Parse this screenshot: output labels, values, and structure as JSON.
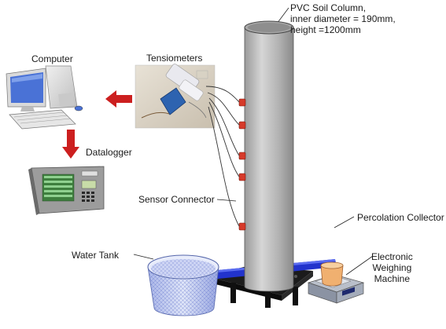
{
  "labels": {
    "soil_column": [
      "PVC Soil Column,",
      "inner diameter = 190mm,",
      "height =1200mm"
    ],
    "computer": "Computer",
    "tensiometers": "Tensiometers",
    "datalogger": "Datalogger",
    "sensor_connector": "Sensor Connector",
    "percolation_collector": "Percolation Collector",
    "water_tank": "Water Tank",
    "weighing_machine": [
      "Electronic",
      "Weighing",
      "Machine"
    ]
  },
  "colors": {
    "column_fill": "#b4b4b4",
    "pipe_blue": "#2233cc",
    "sensor_red": "#d63a2a",
    "arrow_red": "#cc1f1f",
    "base_black": "#1b1b1b",
    "tank_blue": "#6c7fd0",
    "screen_blue": "#4a72d6",
    "collector_orange": "#f0b070"
  },
  "icons": {
    "computer": "desktop-computer-icon",
    "datalogger": "datalogger-device-icon",
    "balance": "weighing-scale-icon"
  }
}
